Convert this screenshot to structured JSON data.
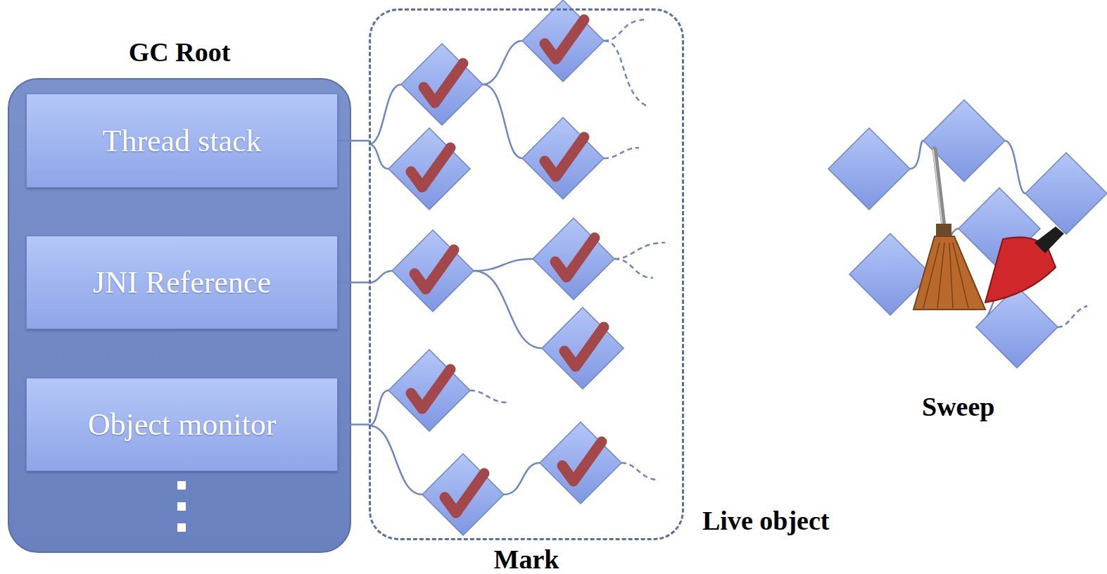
{
  "diagram": {
    "nodes": [
      {
        "text": [
          "GC Root"
        ]
      },
      {
        "text": [
          "Thread stack"
        ],
        "in": 0
      },
      {
        "text": [
          "JNI Reference"
        ],
        "in": 0
      },
      {
        "text": [
          "Object monitor"
        ],
        "in": 0
      },
      {
        "text": [
          "Mark"
        ]
      }
    ],
    "edges": [
      {
        "from": 1,
        "to": 4,
        "arrow": "none"
      },
      {
        "from": 2,
        "to": 4,
        "arrow": "none"
      },
      {
        "from": 3,
        "to": 4,
        "arrow": "none"
      }
    ],
    "labels": [
      "Live object",
      "Sweep"
    ]
  }
}
